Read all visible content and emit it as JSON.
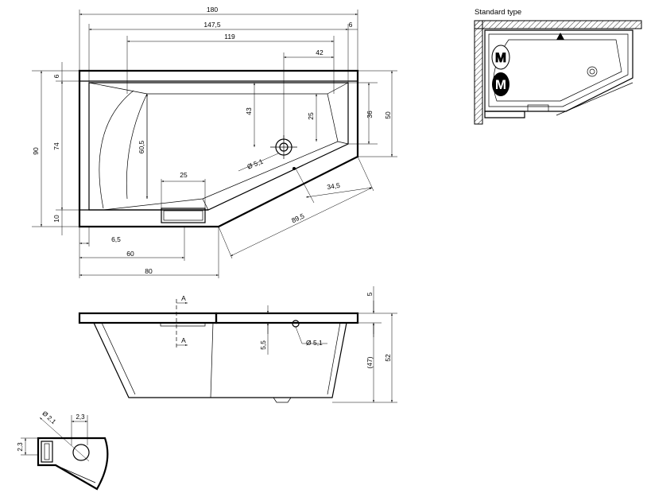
{
  "plan_view": {
    "dims": {
      "width_total": "180",
      "width_inner": "147,5",
      "right_rim": "6",
      "width_back": "119",
      "drain_offset": "42",
      "depth_total": "90",
      "depth_inner": "74",
      "top_rim": "6",
      "bottom_rim": "10",
      "drain_from_back": "43",
      "seat_depth": "25",
      "right_depth_inner": "36",
      "right_depth_total": "50",
      "front_depth": "60,5",
      "overflow_width": "25",
      "drain_diameter": "Ø 5,1",
      "angled_inner": "34,5",
      "angled_outer": "89,5",
      "left_rim": "6,5",
      "step_60": "60",
      "step_80": "80"
    }
  },
  "side_view": {
    "section_label_top": "A",
    "section_label_bottom": "A",
    "dims": {
      "rim_height": "5",
      "total_height": "52",
      "inner_height": "(47)",
      "drain_height": "5,5",
      "drain_diameter": "Ø 5,1"
    }
  },
  "detail_view": {
    "dims": {
      "hole_diameter": "Ø 2,1",
      "offset_top": "2,3",
      "offset_left": "2,3"
    }
  },
  "standard_type": {
    "title": "Standard type",
    "mark_outline": "M",
    "mark_filled": "M"
  }
}
